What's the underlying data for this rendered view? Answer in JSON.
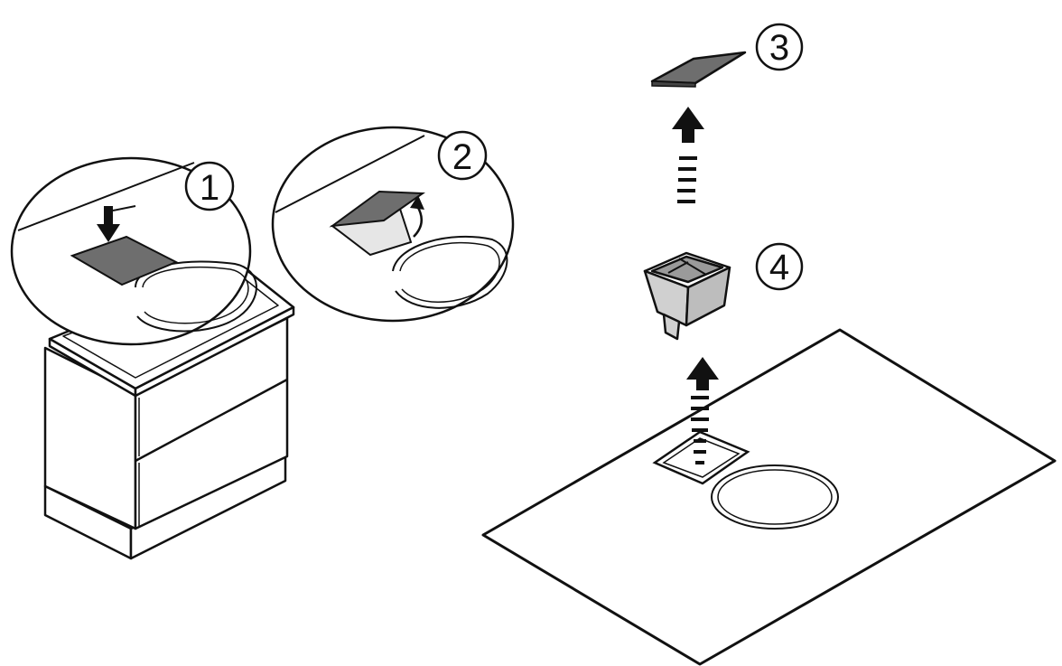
{
  "callouts": {
    "one": "1",
    "two": "2",
    "three": "3",
    "four": "4"
  },
  "colors": {
    "line": "#111111",
    "panel_fill": "#6e6e6e",
    "light_fill": "#e6e6e6",
    "background": "#ffffff"
  },
  "icons": [
    "arrow-down-icon",
    "arrow-up-icon",
    "curved-lift-arrow-icon"
  ]
}
